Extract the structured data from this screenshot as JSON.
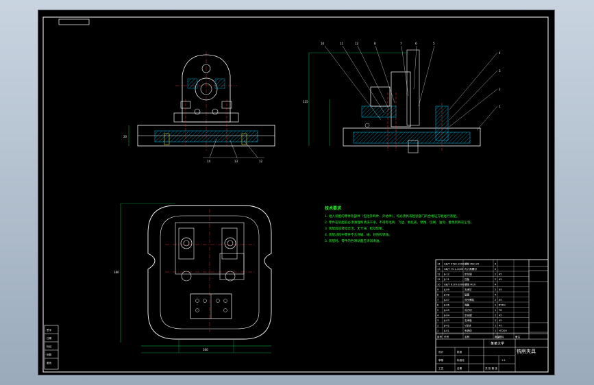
{
  "drawing": {
    "tech_notes": {
      "title": "技术要求",
      "lines": [
        "1. 进入装配的零件及部件（包括外购件、外协件），均必须具有检验部门的合格证方能进行装配。",
        "2. 零件在装配前必须清理和清洗干净，不得有毛刺、飞边、氧化皮、锈蚀、切屑、油污、着色剂和灰尘等。",
        "3. 装配后应转动灵活，无卡滞、松动现象。",
        "4. 装配过程中零件不允许磕、碰、划伤和锈蚀。",
        "5. 装配时，零件的各滑动面应涂润滑油。"
      ]
    },
    "title_block": {
      "drawing_name": "铣削夹具",
      "company": "某某大学",
      "scale": "1:1",
      "sheet": "共 张 第 张",
      "fields": [
        "设计",
        "审核",
        "工艺",
        "批准",
        "标准化",
        "日期"
      ]
    },
    "parts_list": {
      "rows": [
        [
          "14",
          "GB/T 5782-2000",
          "螺栓 M8×25",
          "4",
          "",
          ""
        ],
        [
          "13",
          "GB/T 70.1-2000",
          "内六角螺钉",
          "2",
          "",
          ""
        ],
        [
          "12",
          "JJ-12",
          "定位销",
          "2",
          "45",
          ""
        ],
        [
          "11",
          "JJ-11",
          "压板",
          "2",
          "45",
          ""
        ],
        [
          "10",
          "GB/T 6170-2000",
          "螺母 M10",
          "4",
          "",
          ""
        ],
        [
          "9",
          "JJ-09",
          "支承钉",
          "2",
          "45",
          ""
        ],
        [
          "8",
          "JJ-08",
          "垫圈",
          "4",
          "",
          ""
        ],
        [
          "7",
          "JJ-07",
          "双头螺柱",
          "2",
          "45",
          ""
        ],
        [
          "6",
          "JJ-06",
          "弹簧",
          "2",
          "65Mn",
          ""
        ],
        [
          "5",
          "JJ-05",
          "对刀块",
          "1",
          "T8",
          ""
        ],
        [
          "4",
          "JJ-04",
          "定向键",
          "2",
          "45",
          ""
        ],
        [
          "3",
          "JJ-03",
          "支承板",
          "2",
          "45",
          ""
        ],
        [
          "2",
          "JJ-02",
          "V形块",
          "1",
          "45",
          ""
        ],
        [
          "1",
          "JJ-01",
          "夹具体",
          "1",
          "HT200",
          ""
        ]
      ],
      "header": [
        "序号",
        "代号",
        "名称",
        "数量",
        "材料",
        "备注"
      ]
    },
    "left_box_labels": [
      "签字",
      "日期",
      "标记",
      "处数",
      "更改"
    ],
    "front_view_labels": [
      "14",
      "13",
      "12"
    ],
    "side_view_labels": [
      "10",
      "11",
      "12",
      "8",
      "7",
      "6",
      "5",
      "4",
      "3",
      "2",
      "1"
    ]
  }
}
